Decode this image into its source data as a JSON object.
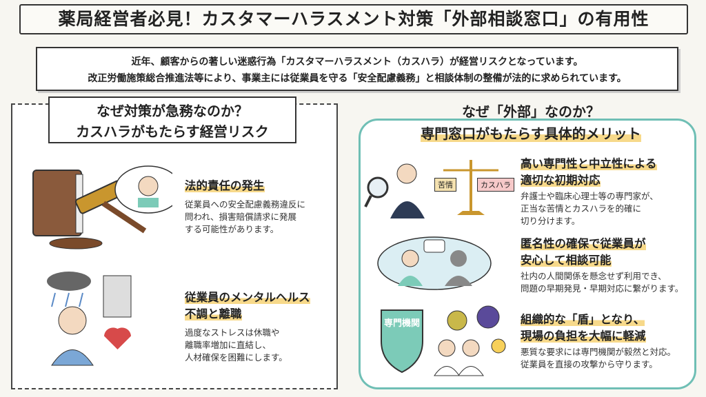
{
  "title": "薬局経営者必見！カスタマーハラスメント対策「外部相談窓口」の有用性",
  "intro": {
    "line1": "近年、顧客からの著しい迷惑行為「カスタマーハラスメント（カスハラ）が経営リスクとなっています。",
    "line2": "改正労働施策総合推進法等により、事業主には従業員を守る「安全配慮義務」と相談体制の整備が法的に求められています。"
  },
  "left": {
    "heading1": "なぜ対策が急務なのか？",
    "heading2": "カスハラがもたらす経営リスク",
    "items": [
      {
        "title": [
          "法的責任の発生"
        ],
        "body": [
          "従業員への安全配慮義務違反に",
          "問われ、損害賠償請求に発展",
          "する可能性があります。"
        ]
      },
      {
        "title": [
          "従業員のメンタルヘルス",
          "不調と離職"
        ],
        "body": [
          "過度なストレスは休職や",
          "離職率増加に直結し、",
          "人材確保を困難にします。"
        ]
      }
    ]
  },
  "right": {
    "heading1": "なぜ「外部」なのか？",
    "heading2": "専門窓口がもたらす具体的メリット",
    "scale_labels": [
      "苦情",
      "カスハラ"
    ],
    "shield_label": "専門機関",
    "items": [
      {
        "title": [
          "高い専門性と中立性による",
          "適切な初期対応"
        ],
        "body": [
          "弁護士や臨床心理士等の専門家が、",
          "正当な苦情とカスハラを的確に",
          "切り分けます。"
        ]
      },
      {
        "title": [
          "匿名性の確保で従業員が",
          "安心して相談可能"
        ],
        "body": [
          "社内の人間関係を懸念せず利用でき、",
          "問題の早期発見・早期対応に繋がります。"
        ]
      },
      {
        "title": [
          "組織的な「盾」となり、",
          "現場の負担を大幅に軽減"
        ],
        "body": [
          "悪質な要求には専門機関が毅然と対応。",
          "従業員を直接の攻撃から守ります。"
        ]
      }
    ]
  },
  "colors": {
    "accent_teal": "#6fbfb5",
    "highlight": "#f7d98a"
  }
}
